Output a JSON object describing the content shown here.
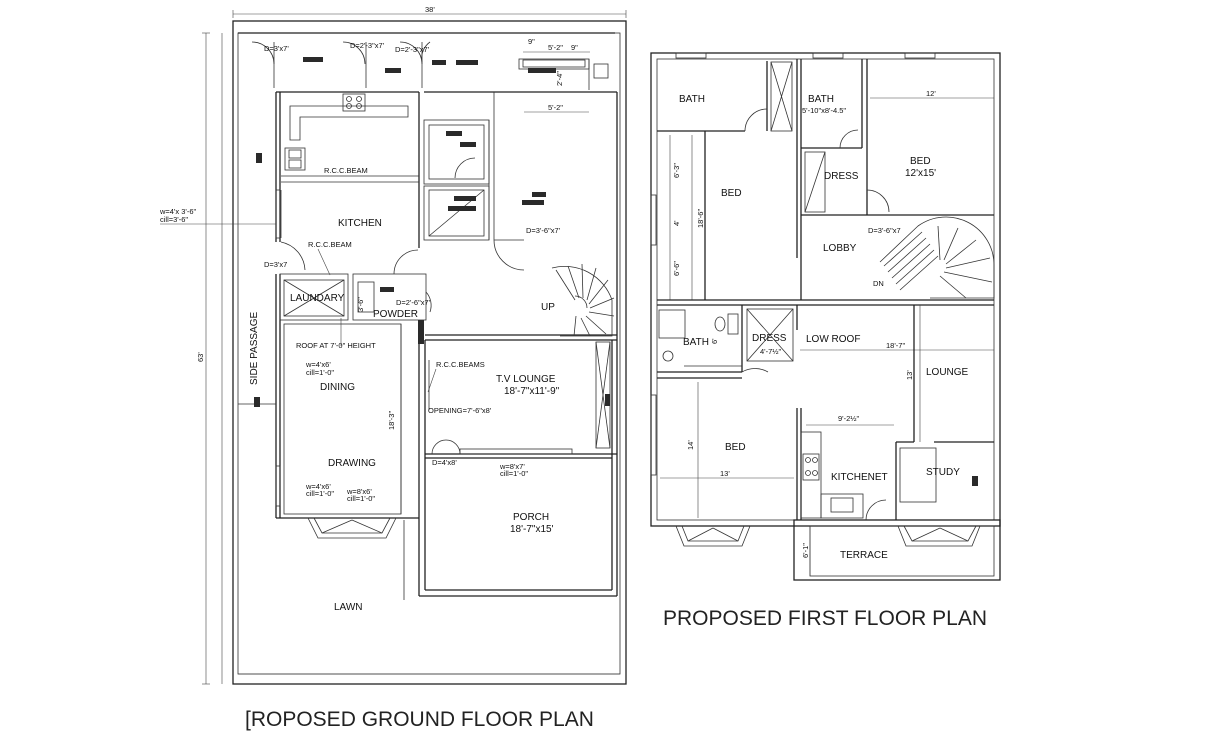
{
  "ground_floor": {
    "title": "[ROPOSED GROUND FLOOR PLAN",
    "overall_width": "38'",
    "overall_depth": "63'",
    "rooms": {
      "kitchen": "KITCHEN",
      "laundry": "LAUNDARY",
      "powder": "POWDER",
      "dining": "DINING",
      "drawing": "DRAWING",
      "tv_lounge": "T.V LOUNGE",
      "tv_lounge_size": "18'-7\"x11'-9\"",
      "porch": "PORCH",
      "porch_size": "18'-7\"x15'",
      "lawn": "LAWN",
      "side_passage": "SIDE PASSAGE",
      "up": "UP"
    },
    "notes": {
      "rcc_beam_1": "R.C.C.BEAM",
      "rcc_beam_2": "R.C.C.BEAM",
      "rcc_beams": "R.C.C.BEAMS",
      "roof": "ROOF AT 7'-0\" HEIGHT",
      "opening": "OPENING=7'-6\"x8'",
      "door_d3x7_top": "D=3'x7'",
      "door_d23x7_a": "D=2'-3\"x7'",
      "door_d23x7_b": "D=2'-3\"x7'",
      "door_d3x7_mid": "D=3'x7",
      "door_d36x7": "D=3'-6\"x7'",
      "door_d26x7": "D=2'-6\"x7'",
      "door_d4x8": "D=4'x8'",
      "win_w43_6": "w=4'x 3'-6\"",
      "win_cill_36": "cill=3'-6\"",
      "win_w46_a": "w=4'x6'",
      "win_cill_10_a": "cill=1'-0\"",
      "win_w46_b": "w=4'x6'",
      "win_cill_10_b": "cill=1'-0\"",
      "win_w86": "w=8'x6'",
      "win_cill_10_c": "cill=1'-0\"",
      "win_w87": "w=8'x7'",
      "win_cill_10_d": "cill=1'-0\"",
      "dim_9_a": "9\"",
      "dim_52_a": "5'-2\"",
      "dim_9_b": "9\"",
      "dim_52_b": "5'-2\"",
      "dim_24": "2'-4\"",
      "dim_183": "18'-3\"",
      "dim_36": "3'-6\""
    }
  },
  "first_floor": {
    "title": "PROPOSED FIRST FLOOR PLAN",
    "rooms": {
      "bath_1": "BATH",
      "bath_2": "BATH",
      "bath_2_size": "5'-10\"x8'-4.5\"",
      "bed_master": "BED",
      "bed_master_size": "12'x15'",
      "dress_1": "DRESS",
      "bed_left": "BED",
      "lobby": "LOBBY",
      "dn": "DN",
      "bath_3": "BATH",
      "dress_2": "DRESS",
      "low_roof": "LOW ROOF",
      "lounge": "LOUNGE",
      "bed_bottom": "BED",
      "kitchenet": "KITCHENET",
      "study": "STUDY",
      "terrace": "TERRACE"
    },
    "notes": {
      "dim_12": "12'",
      "dim_63": "6'-3\"",
      "dim_4": "4'",
      "dim_186": "18'-6\"",
      "dim_66": "6'-6\"",
      "door_d36x7": "D=3'-6\"x7",
      "dim_6": "6'",
      "dim_472": "4'-7½\"",
      "dim_187": "18'-7\"",
      "dim_13_v": "13'",
      "dim_92": "9'-2½\"",
      "dim_14": "14'",
      "dim_13_h": "13'",
      "dim_61": "6'-1\""
    }
  }
}
